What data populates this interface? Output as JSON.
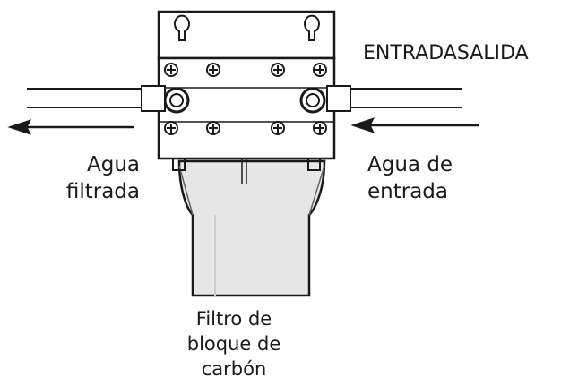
{
  "labels": {
    "ports": "ENTRADASALIDA",
    "outlet_line1": "Agua",
    "outlet_line2": "filtrada",
    "inlet_line1": "Agua de",
    "inlet_line2": "entrada",
    "filter_line1": "Filtro de",
    "filter_line2": "bloque de",
    "filter_line3": "carbón"
  },
  "colors": {
    "stroke": "#1a1a1a",
    "fill": "#ffffff",
    "cartridge_shade": "#e6e6e6"
  }
}
